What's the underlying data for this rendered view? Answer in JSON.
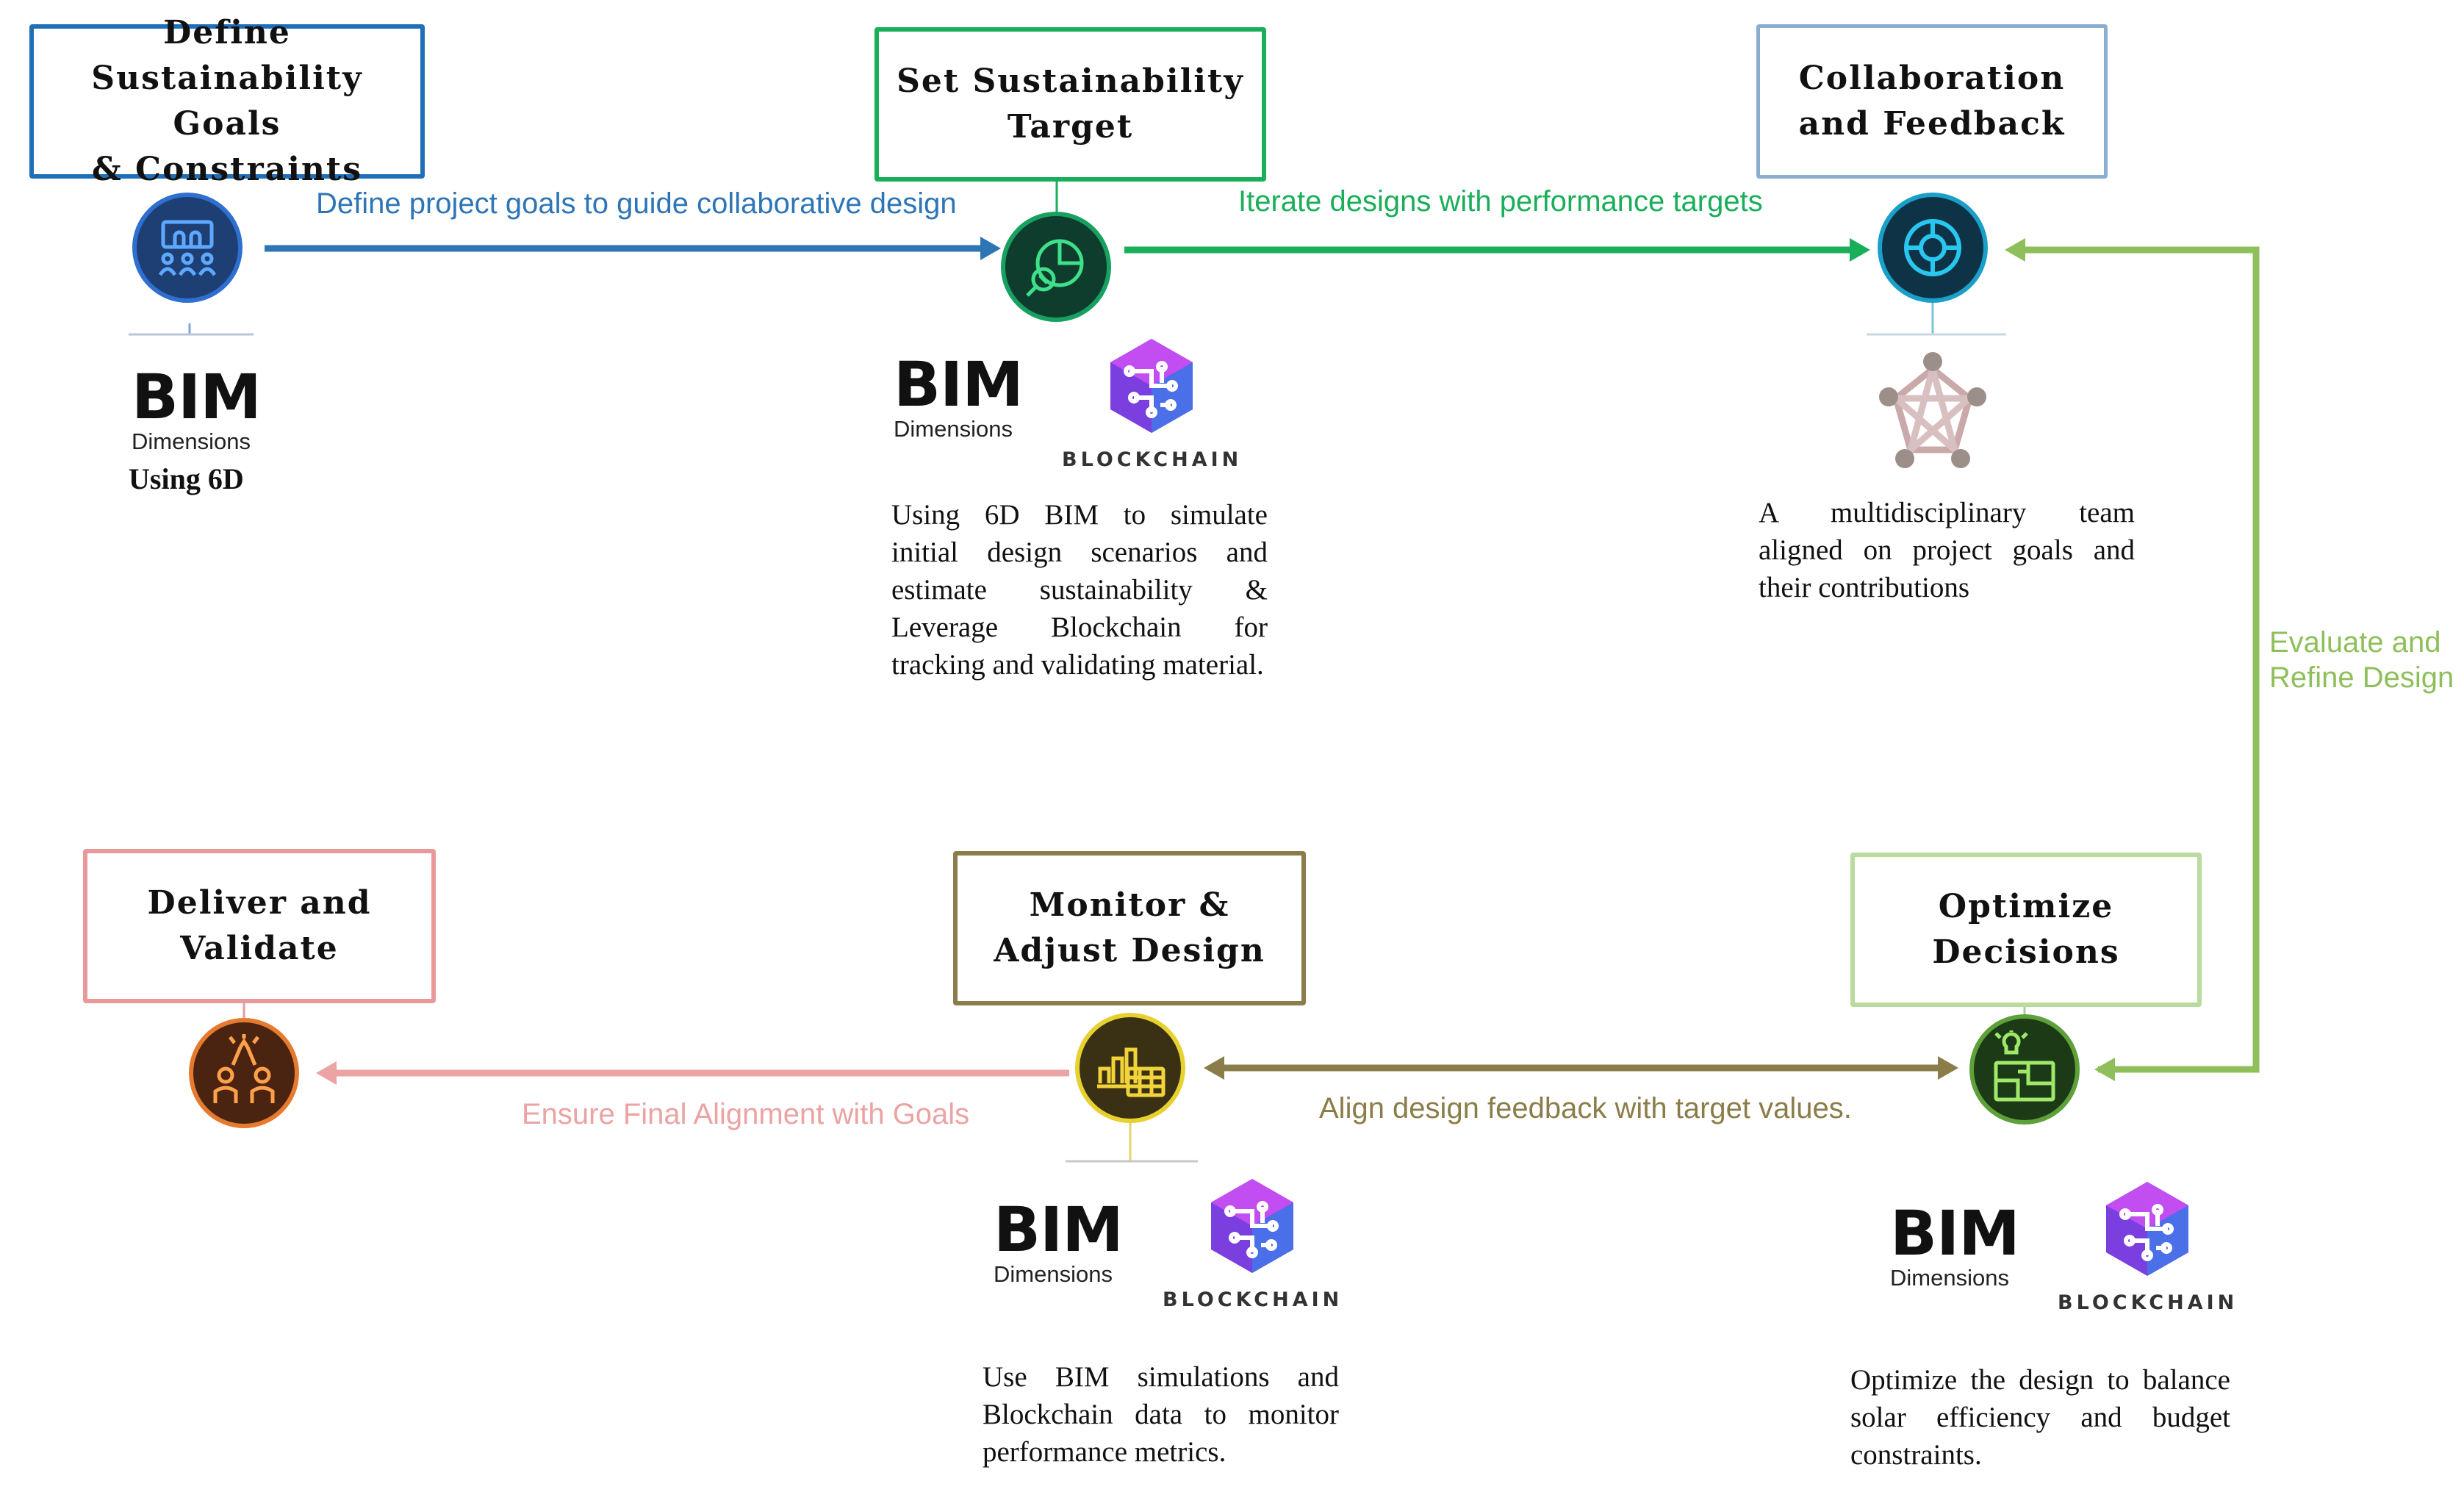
{
  "stages": {
    "define": {
      "title": "Define\nSustainability Goals\n& Constraints",
      "color": "#1f6fb8",
      "icon": "team-meeting-icon"
    },
    "set_target": {
      "title": "Set Sustainability\nTarget",
      "color": "#1aae5a",
      "icon": "target-icon"
    },
    "collaboration": {
      "title": "Collaboration\nand Feedback",
      "color": "#8aaed0",
      "icon": "collaboration-target-icon"
    },
    "optimize": {
      "title": "Optimize\nDecisions",
      "color": "#a9d18e",
      "icon": "idea-plan-icon"
    },
    "monitor": {
      "title": "Monitor &\nAdjust Design",
      "color": "#8b7d4a",
      "icon": "chart-table-icon"
    },
    "deliver": {
      "title": "Deliver and\nValidate",
      "color": "#e89a9a",
      "icon": "high-five-icon"
    }
  },
  "edges": {
    "define_to_target": {
      "label": "Define project goals to guide collaborative design",
      "color": "#2e75b6"
    },
    "target_to_collab": {
      "label": "Iterate designs with performance targets",
      "color": "#1aae5a"
    },
    "optimize_to_collab": {
      "label": "Evaluate and\nRefine Design",
      "color": "#8fbf5a"
    },
    "optimize_monitor": {
      "label": "Align design feedback with target values.",
      "color": "#8b7d4a"
    },
    "monitor_to_deliver": {
      "label": "Ensure Final Alignment with Goals",
      "color": "#eba3a3"
    }
  },
  "logos": {
    "bim": {
      "word": "BIM",
      "sub": "Dimensions"
    },
    "blockchain": {
      "word": "BLOCKCHAIN"
    }
  },
  "captions": {
    "using_6d": "Using 6D"
  },
  "descriptions": {
    "set_target": "Using 6D BIM to simulate initial design scenarios and estimate sustainability & Leverage Blockchain for tracking and validating material.",
    "collaboration": "A multidisciplinary team aligned on project goals and their contributions",
    "monitor": "Use BIM simulations and Blockchain data to monitor performance metrics.",
    "optimize": "Optimize the design to balance solar efficiency and budget constraints."
  }
}
